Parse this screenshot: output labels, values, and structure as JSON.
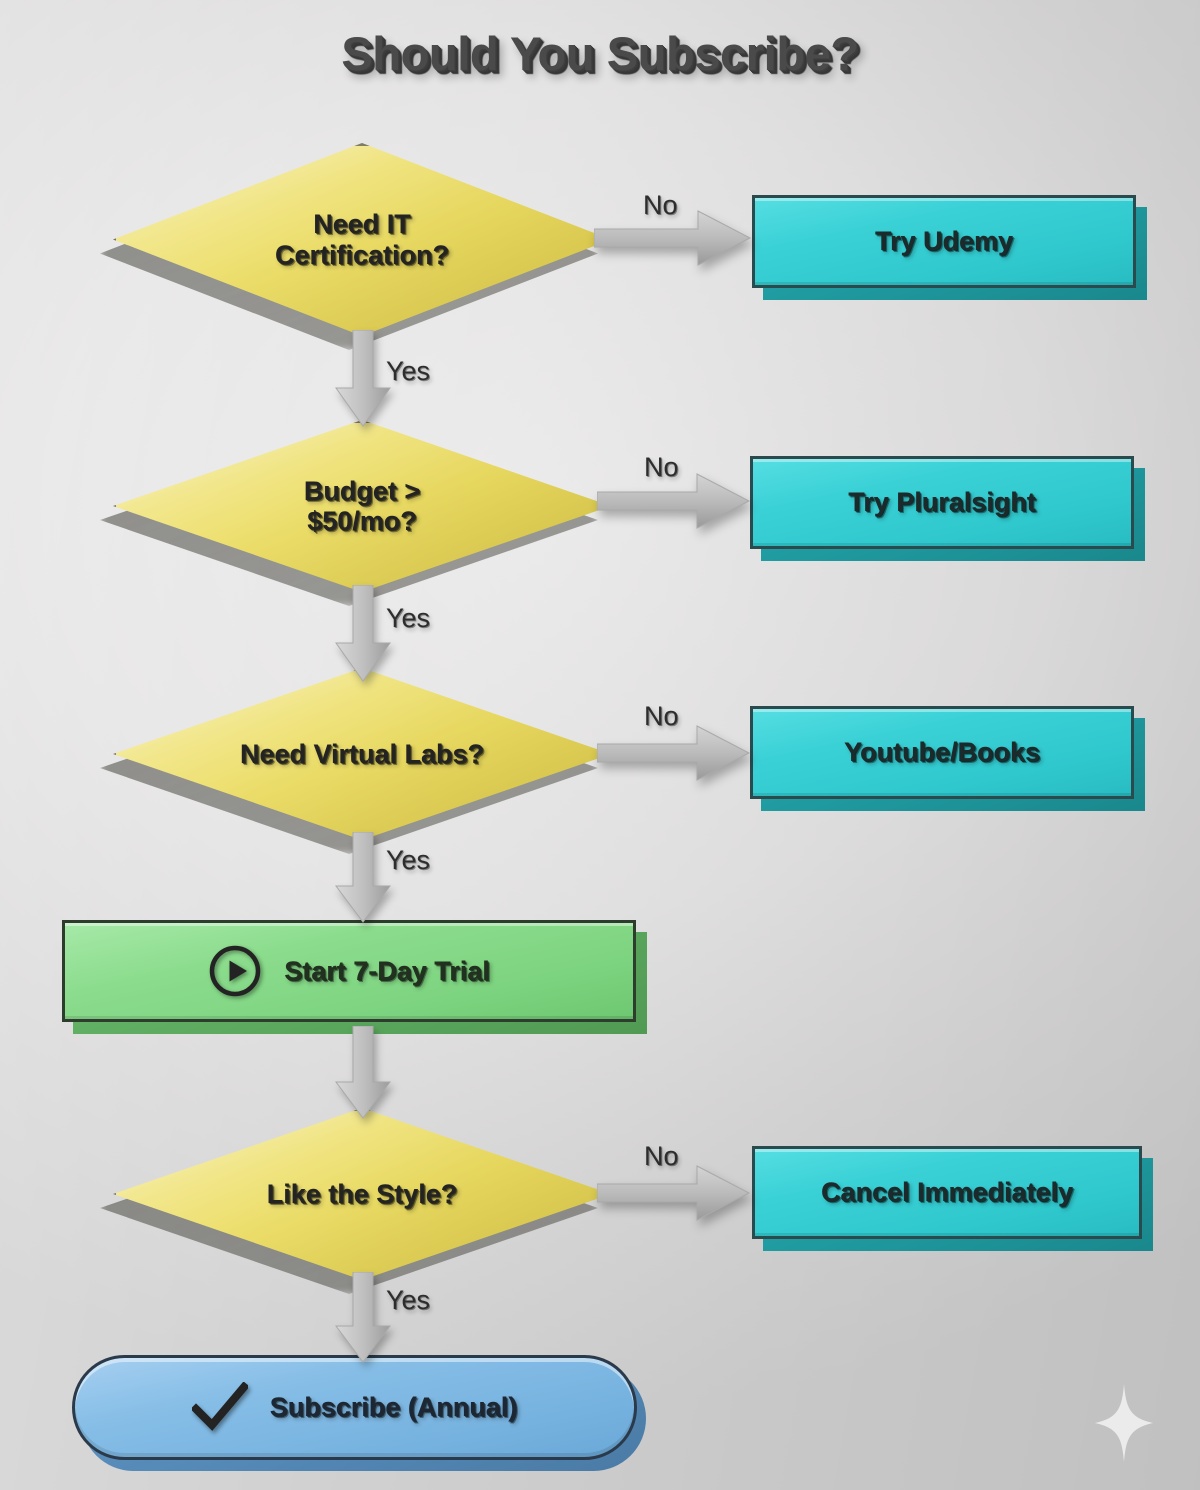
{
  "title": "Should You Subscribe?",
  "chart_data": {
    "type": "diagram",
    "diagram_type": "flowchart",
    "title": "Should You Subscribe?",
    "orientation": "top-to-bottom",
    "nodes": [
      {
        "id": "n1",
        "shape": "diamond",
        "label": "Need IT\nCertification?",
        "color": "#EDDF6D"
      },
      {
        "id": "n2",
        "shape": "rectangle",
        "label": "Try Udemy",
        "color": "#3AD1D6"
      },
      {
        "id": "n3",
        "shape": "diamond",
        "label": "Budget >\n$50/mo?",
        "color": "#EDDF6D"
      },
      {
        "id": "n4",
        "shape": "rectangle",
        "label": "Try Pluralsight",
        "color": "#3AD1D6"
      },
      {
        "id": "n5",
        "shape": "diamond",
        "label": "Need Virtual Labs?",
        "color": "#EDDF6D"
      },
      {
        "id": "n6",
        "shape": "rectangle",
        "label": "Youtube/Books",
        "color": "#3AD1D6"
      },
      {
        "id": "n7",
        "shape": "rectangle",
        "label": "Start 7-Day Trial",
        "color": "#8BDC8D",
        "icon": "play-circle-icon"
      },
      {
        "id": "n8",
        "shape": "diamond",
        "label": "Like the Style?",
        "color": "#EDDF6D"
      },
      {
        "id": "n9",
        "shape": "rectangle",
        "label": "Cancel Immediately",
        "color": "#3AD1D6"
      },
      {
        "id": "n10",
        "shape": "pill",
        "label": "Subscribe (Annual)",
        "color": "#85BDE6",
        "icon": "check-icon"
      }
    ],
    "edges": [
      {
        "from": "n1",
        "to": "n2",
        "label": "No",
        "direction": "right"
      },
      {
        "from": "n1",
        "to": "n3",
        "label": "Yes",
        "direction": "down"
      },
      {
        "from": "n3",
        "to": "n4",
        "label": "No",
        "direction": "right"
      },
      {
        "from": "n3",
        "to": "n5",
        "label": "Yes",
        "direction": "down"
      },
      {
        "from": "n5",
        "to": "n6",
        "label": "No",
        "direction": "right"
      },
      {
        "from": "n5",
        "to": "n7",
        "label": "Yes",
        "direction": "down"
      },
      {
        "from": "n7",
        "to": "n8",
        "label": "",
        "direction": "down"
      },
      {
        "from": "n8",
        "to": "n9",
        "label": "No",
        "direction": "right"
      },
      {
        "from": "n8",
        "to": "n10",
        "label": "Yes",
        "direction": "down"
      }
    ]
  },
  "nodes": {
    "need_it_certification": "Need IT\nCertification?",
    "try_udemy": "Try Udemy",
    "budget": "Budget >\n$50/mo?",
    "try_pluralsight": "Try Pluralsight",
    "need_virtual_labs": "Need Virtual Labs?",
    "youtube_books": "Youtube/Books",
    "start_trial": "Start 7-Day Trial",
    "like_the_style": "Like the Style?",
    "cancel_immediately": "Cancel Immediately",
    "subscribe_annual": "Subscribe (Annual)"
  },
  "edge_labels": {
    "no_1": "No",
    "yes_1": "Yes",
    "no_2": "No",
    "yes_2": "Yes",
    "no_3": "No",
    "yes_3": "Yes",
    "no_4": "No",
    "yes_4": "Yes"
  },
  "colors": {
    "decision": "#EDDF6D",
    "alternative": "#3AD1D6",
    "action": "#8BDC8D",
    "terminal": "#85BDE6",
    "connector": "#B6B6B6",
    "text": "#232323",
    "background": "#E4E3E3"
  }
}
